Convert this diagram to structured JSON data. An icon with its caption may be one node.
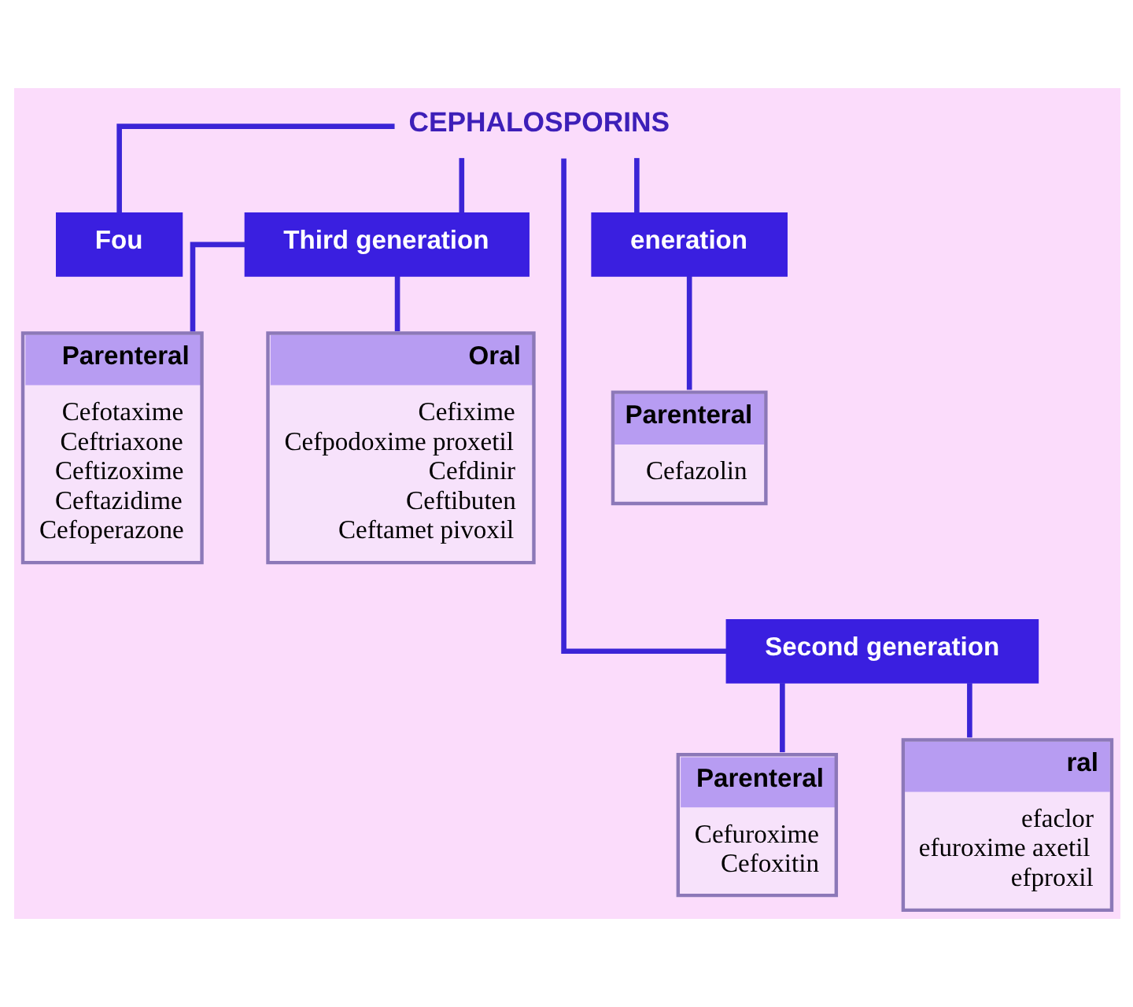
{
  "diagram": {
    "nodes": [
      {
        "text": [
          "CEPHALOSPORINS"
        ]
      },
      {
        "text": [
          "Fou"
        ]
      },
      {
        "text": [
          "Third generation"
        ]
      },
      {
        "text": [
          "eneration"
        ]
      },
      {
        "text": [
          "Parenteral",
          "Cefotaxime",
          "Ceftriaxone",
          "Ceftizoxime",
          "Ceftazidime",
          "Cefoperazone"
        ]
      },
      {
        "text": [
          "Oral",
          "Cefixime",
          "Cefpodoxime proxetil",
          "Cefdinir",
          "Ceftibuten",
          "Ceftamet pivoxil"
        ]
      },
      {
        "text": [
          "Parenteral",
          "Cefazolin"
        ]
      },
      {
        "text": [
          "Second generation"
        ]
      },
      {
        "text": [
          "Parenteral",
          "Cefuroxime",
          "Cefoxitin"
        ]
      },
      {
        "text": [
          "ral",
          "efaclor",
          "efuroxime axetil",
          "efproxil"
        ]
      }
    ],
    "edges": [
      {
        "from": 0,
        "to": 1,
        "arrow": "none"
      },
      {
        "from": 0,
        "to": 2,
        "arrow": "none"
      },
      {
        "from": 0,
        "to": 7,
        "arrow": "none"
      },
      {
        "from": 0,
        "to": 3,
        "arrow": "none"
      },
      {
        "from": 2,
        "to": 4,
        "arrow": "none"
      },
      {
        "from": 2,
        "to": 5,
        "arrow": "none"
      },
      {
        "from": 3,
        "to": 6,
        "arrow": "none"
      },
      {
        "from": 7,
        "to": 8,
        "arrow": "none"
      },
      {
        "from": 7,
        "to": 9,
        "arrow": "none"
      }
    ]
  }
}
